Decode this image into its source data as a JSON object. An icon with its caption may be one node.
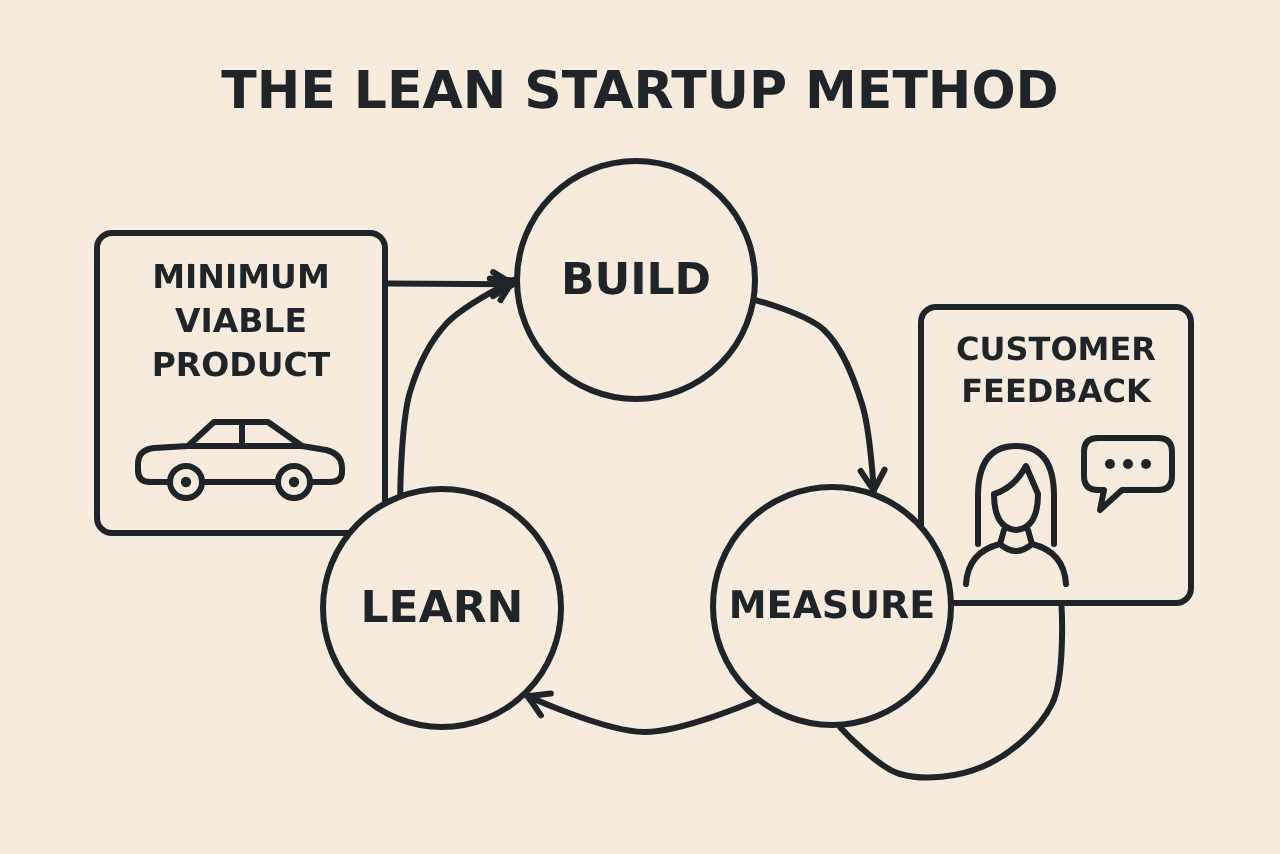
{
  "diagram": {
    "title": "THE LEAN STARTUP METHOD",
    "nodes": [
      {
        "text": [
          "MINIMUM VIABLE PRODUCT"
        ]
      },
      {
        "text": [
          "BUILD"
        ]
      },
      {
        "text": [
          "CUSTOMER FEEDBACK"
        ]
      },
      {
        "text": [
          "MEASURE"
        ]
      },
      {
        "text": [
          "LEARN"
        ]
      }
    ],
    "edges": [
      {
        "from": 0,
        "to": 1,
        "arrow": "to"
      },
      {
        "from": 1,
        "to": 3,
        "arrow": "to"
      },
      {
        "from": 3,
        "to": 4,
        "arrow": "to"
      },
      {
        "from": 4,
        "to": 1,
        "arrow": "to"
      },
      {
        "from": 2,
        "to": 3,
        "arrow": "none"
      }
    ]
  }
}
